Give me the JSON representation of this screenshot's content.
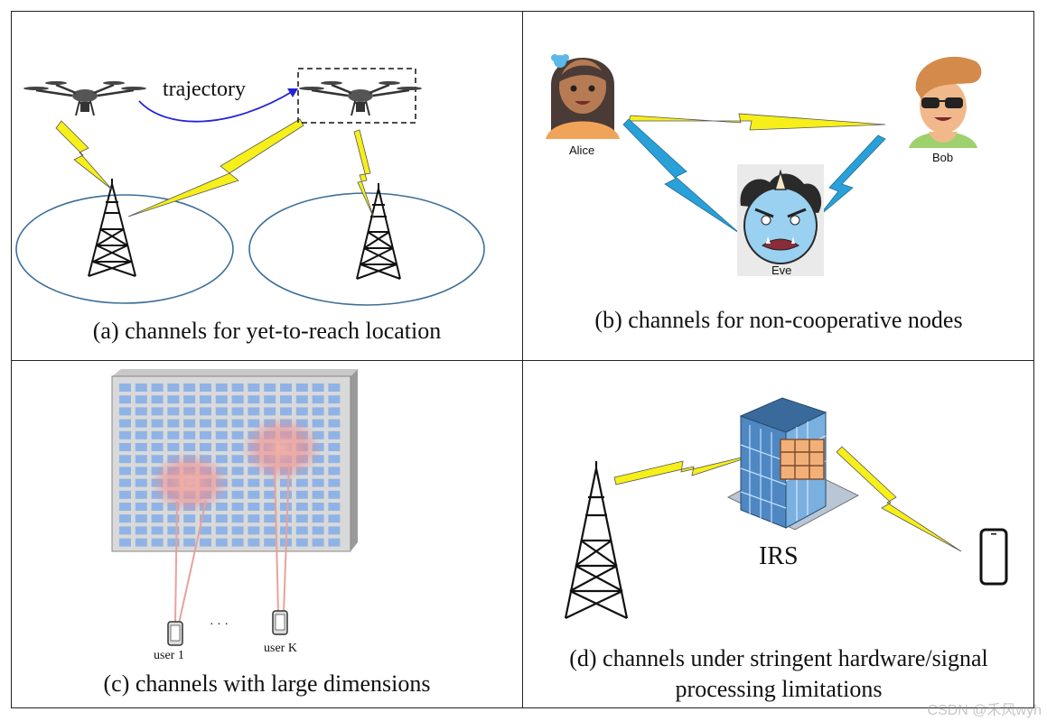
{
  "panels": {
    "a": {
      "caption": "(a) channels for yet-to-reach location",
      "trajectory_label": "trajectory"
    },
    "b": {
      "caption": "(b) channels for non-cooperative nodes",
      "alice_label": "Alice",
      "bob_label": "Bob",
      "eve_label": "Eve"
    },
    "c": {
      "caption": "(c) channels with large dimensions",
      "user1_label": "user 1",
      "ellipsis": "· · ·",
      "userk_label": "user K"
    },
    "d": {
      "caption_line1": "(d) channels under stringent hardware/signal",
      "caption_line2": "processing limitations",
      "irs_label": "IRS"
    }
  },
  "watermark": "CSDN @禾风wyh",
  "colors": {
    "lightning": "#f6ef1a",
    "lightning_blue": "#2aa0d8",
    "cell_ellipse": "#3d6f99",
    "trajectory_arrow": "#2323d6",
    "array_element": "#8fb3e6",
    "beam_glow": "#f08a8a"
  }
}
